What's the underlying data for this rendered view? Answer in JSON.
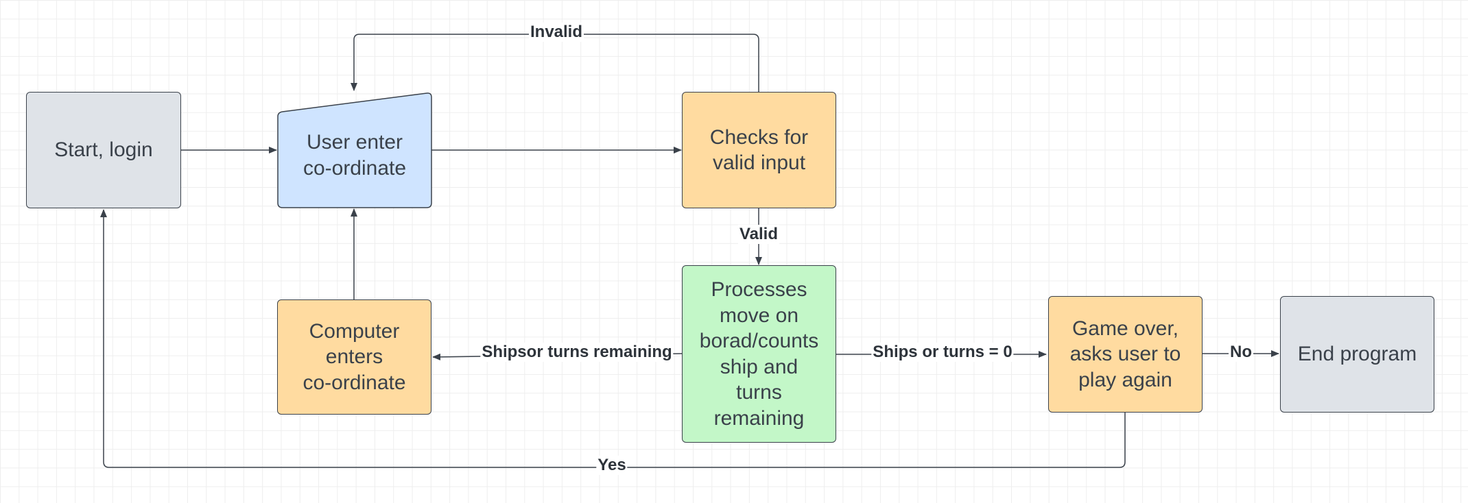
{
  "diagram": {
    "nodes": {
      "start": {
        "label": "Start, login"
      },
      "user_enter": {
        "label": "User enter\nco-ordinate"
      },
      "check_valid": {
        "label": "Checks for\nvalid input"
      },
      "process_move": {
        "label": "Processes\nmove on\nborad/counts\nship and\nturns\nremaining"
      },
      "computer_enter": {
        "label": "Computer\nenters\nco-ordinate"
      },
      "game_over": {
        "label": "Game over,\nasks user to\nplay again"
      },
      "end_program": {
        "label": "End program"
      }
    },
    "edges": {
      "invalid": {
        "label": "Invalid"
      },
      "valid": {
        "label": "Valid"
      },
      "ships_remaining": {
        "label": "Shipsor turns remaining"
      },
      "ships_zero": {
        "label": "Ships or turns = 0"
      },
      "no": {
        "label": "No"
      },
      "yes": {
        "label": "Yes"
      }
    },
    "colors": {
      "gray": "#dfe3e8",
      "blue": "#cfe4ff",
      "orange": "#ffdba0",
      "green": "#c3f7c8",
      "stroke": "#3a414a"
    }
  }
}
